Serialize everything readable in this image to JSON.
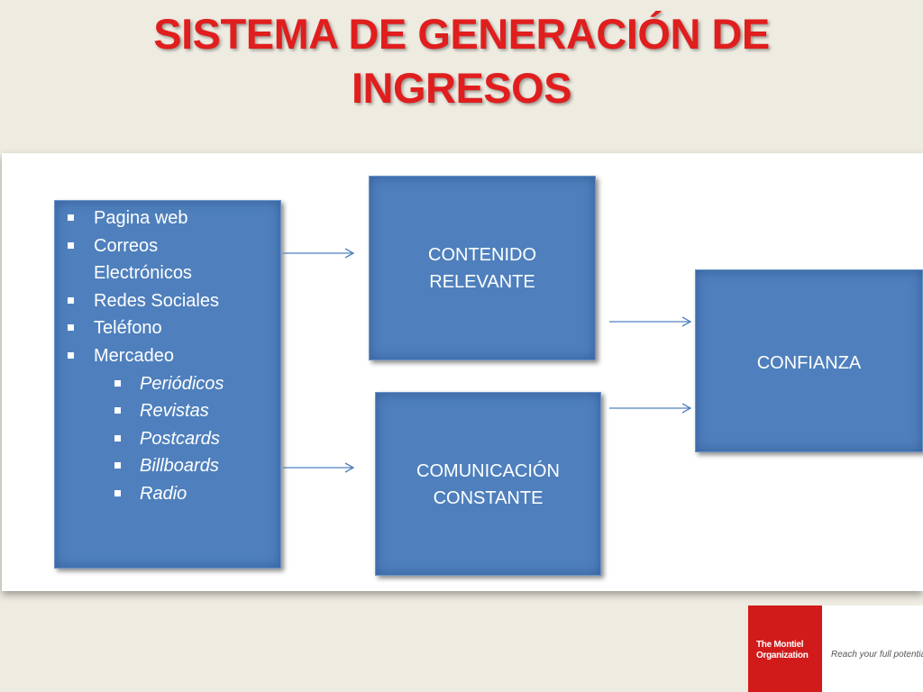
{
  "title": {
    "line1": "SISTEMA DE GENERACIÓN DE",
    "line2": "INGRESOS"
  },
  "source_box": {
    "items": [
      {
        "text": "Pagina web",
        "level": 1
      },
      {
        "text": "Correos",
        "level": 1
      },
      {
        "text": "Electrónicos",
        "level": 1,
        "continuation": true
      },
      {
        "text": "Redes Sociales",
        "level": 1
      },
      {
        "text": "Teléfono",
        "level": 1
      },
      {
        "text": "Mercadeo",
        "level": 1
      },
      {
        "text": "Periódicos",
        "level": 2
      },
      {
        "text": "Revistas",
        "level": 2
      },
      {
        "text": "Postcards",
        "level": 2
      },
      {
        "text": "Billboards",
        "level": 2
      },
      {
        "text": "Radio",
        "level": 2
      }
    ]
  },
  "contenido_box": {
    "line1": "CONTENIDO",
    "line2": "RELEVANTE"
  },
  "comunicacion_box": {
    "line1": "COMUNICACIÓN",
    "line2": "CONSTANTE"
  },
  "confianza_box": {
    "label": "CONFIANZA"
  },
  "logo": {
    "line1": "The Montiel",
    "line2": "Organization",
    "tagline": "Reach your full potential"
  },
  "colors": {
    "title": "#e01e1e",
    "box_fill": "#4f80bd",
    "arrow": "#4f80bd",
    "logo_red": "#d11a1a",
    "background": "#eeebe1"
  }
}
